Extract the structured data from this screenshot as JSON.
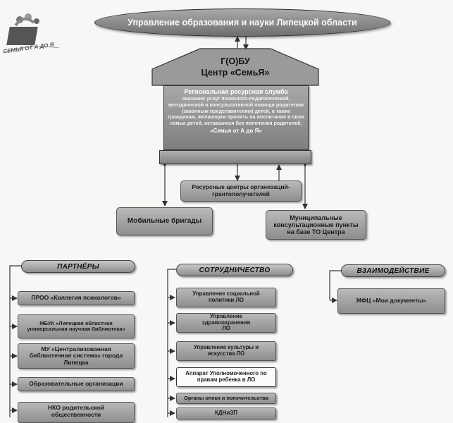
{
  "logo": {
    "text": "СЕМЬЯ ОТ А ДО Я"
  },
  "top": {
    "title": "Управление образования и науки Липецкой области"
  },
  "center": {
    "title_line1": "Г(О)БУ",
    "title_line2": "Центр «СемьЯ»",
    "service_title": "Региональная ресурсная служба",
    "service_text": "оказания услуг психолого-педагогической, методической и консультативной помощи родителям (законным представителям) детей, а также гражданам, желающим принять на воспитание в свои семьи детей, оставшихся без попечения родителей,",
    "service_name": "«Семья от А до Я»"
  },
  "resource_centers": "Ресурсные центры организаций-грантополучателей",
  "mobile_teams": "Мобильные бригады",
  "municipal": "Муниципальные консультационные пункты на базе ТО Центра",
  "partners": {
    "header": "ПАРТНЁРЫ",
    "items": [
      "ПРОО «Коллегия психологов»",
      "МБУК «Липецкая областная универсальная научная библиотека»",
      "МУ «Централизованная библиотечная система» города Липецка",
      "Образовательные организации",
      "НКО родительской общественности"
    ]
  },
  "cooperation": {
    "header": "СОТРУДНИЧЕСТВО",
    "items": [
      "Управление социальной политики ЛО",
      "Управление здравоохранения ЛО",
      "Управление культуры и искусства ЛО",
      "Аппарат Уполномоченного по правам ребенка в ЛО",
      "Органы опеки и попечительства",
      "КДНиЗП"
    ]
  },
  "interaction": {
    "header": "ВЗАИМОДЕЙСТВИЕ",
    "items": [
      "МФЦ «Мои документы»"
    ]
  },
  "colors": {
    "box_fill": "#a3a3a3",
    "line": "#333333",
    "background": "#f7f7f5"
  }
}
